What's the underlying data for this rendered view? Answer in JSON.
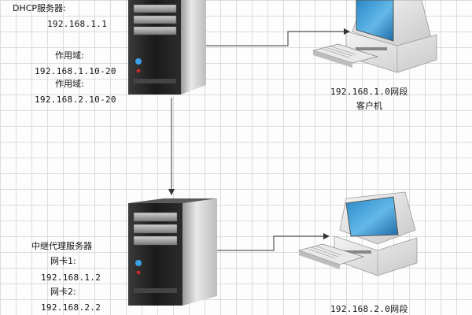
{
  "dhcp_server": {
    "title": "DHCP服务器:",
    "ip": "192.168.1.1",
    "scope_label_1": "作用域:",
    "scope_1": "192.168.1.10-20",
    "scope_label_2": "作用域:",
    "scope_2": "192.168.2.10-20"
  },
  "client_1": {
    "segment": "192.168.1.0网段",
    "label": "客户机"
  },
  "relay_server": {
    "title": "中继代理服务器",
    "nic_label_1": "网卡1:",
    "ip_1": "192.168.1.2",
    "nic_label_2": "网卡2:",
    "ip_2": "192.168.2.2"
  },
  "client_2": {
    "segment": "192.168.2.0网段"
  }
}
